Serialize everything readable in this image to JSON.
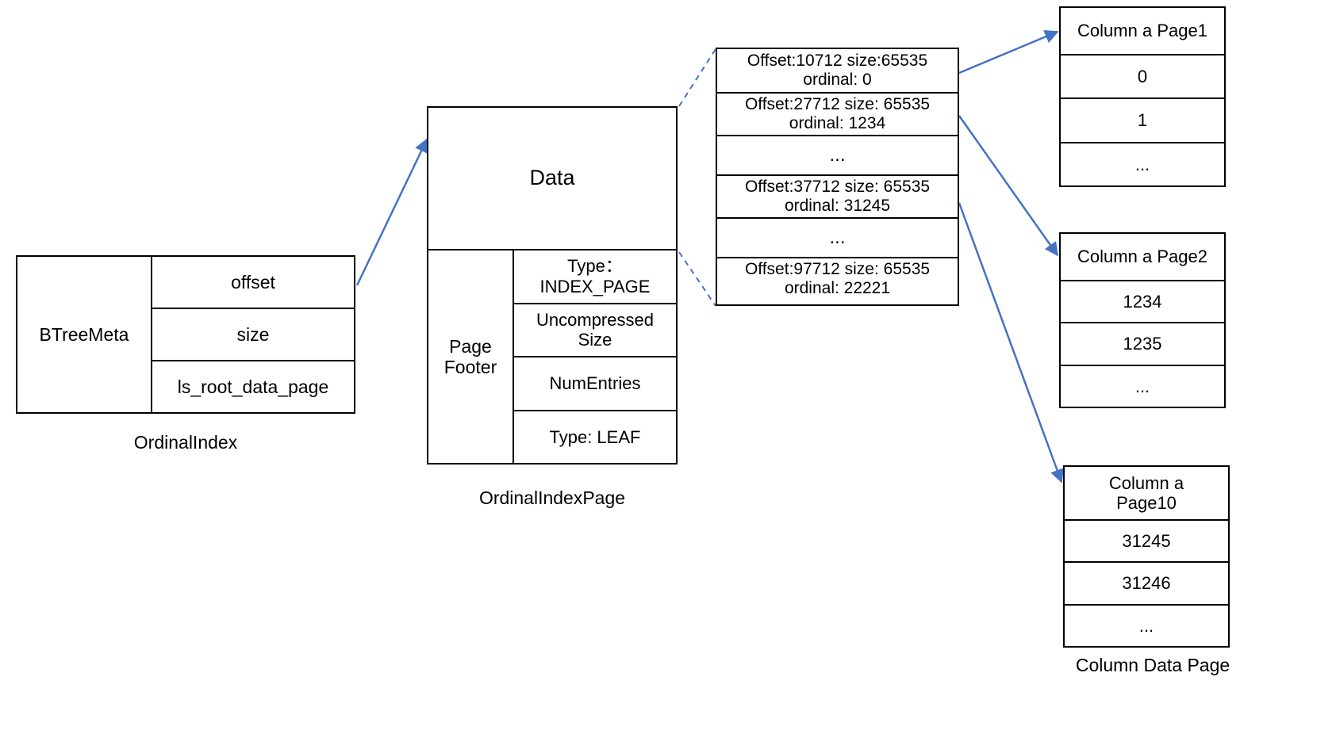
{
  "diagram": {
    "accent_color": "#4472C4",
    "line_color": "#000000",
    "background": "#ffffff"
  },
  "ordinal_index": {
    "caption": "OrdinalIndex",
    "label": "BTreeMeta",
    "fields": [
      "offset",
      "size",
      "ls_root_data_page"
    ]
  },
  "ordinal_index_page": {
    "caption": "OrdinalIndexPage",
    "data_label": "Data",
    "footer_label": "Page\nFooter",
    "footer_fields": [
      "Type：\nINDEX_PAGE",
      "Uncompressed\nSize",
      "NumEntries",
      "Type: LEAF"
    ]
  },
  "index_entries": {
    "entries": [
      {
        "text": "Offset:10712 size:65535\nordinal: 0",
        "kind": "entry"
      },
      {
        "text": "Offset:27712 size: 65535\nordinal: 1234",
        "kind": "entry"
      },
      {
        "text": "...",
        "kind": "ellipsis"
      },
      {
        "text": "Offset:37712 size: 65535\nordinal: 31245",
        "kind": "entry"
      },
      {
        "text": "...",
        "kind": "ellipsis"
      },
      {
        "text": "Offset:97712 size: 65535\nordinal: 22221",
        "kind": "entry"
      }
    ]
  },
  "column_data_pages": {
    "caption": "Column Data Page",
    "pages": [
      {
        "header": "Column a Page1",
        "rows": [
          "0",
          "1",
          "..."
        ]
      },
      {
        "header": "Column a Page2",
        "rows": [
          "1234",
          "1235",
          "..."
        ]
      },
      {
        "header": "Column a\nPage10",
        "rows": [
          "31245",
          "31246",
          "..."
        ]
      }
    ]
  }
}
